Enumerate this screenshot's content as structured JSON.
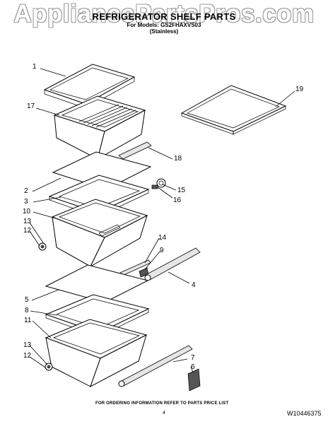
{
  "watermark": "AppliancePartsPros.com",
  "header": {
    "title": "REFRIGERATOR SHELF PARTS",
    "models_line": "For Models: GS2FHAXVS03",
    "finish": "(Stainless)"
  },
  "callouts": [
    "1",
    "17",
    "18",
    "19",
    "2",
    "3",
    "15",
    "16",
    "10",
    "13",
    "12",
    "14",
    "9",
    "4",
    "5",
    "8",
    "11",
    "7",
    "6",
    "13",
    "12"
  ],
  "footer": {
    "ordering_note": "FOR ORDERING INFORMATION REFER TO PARTS PRICE LIST",
    "page_number": "4",
    "document_number": "W10446375"
  }
}
